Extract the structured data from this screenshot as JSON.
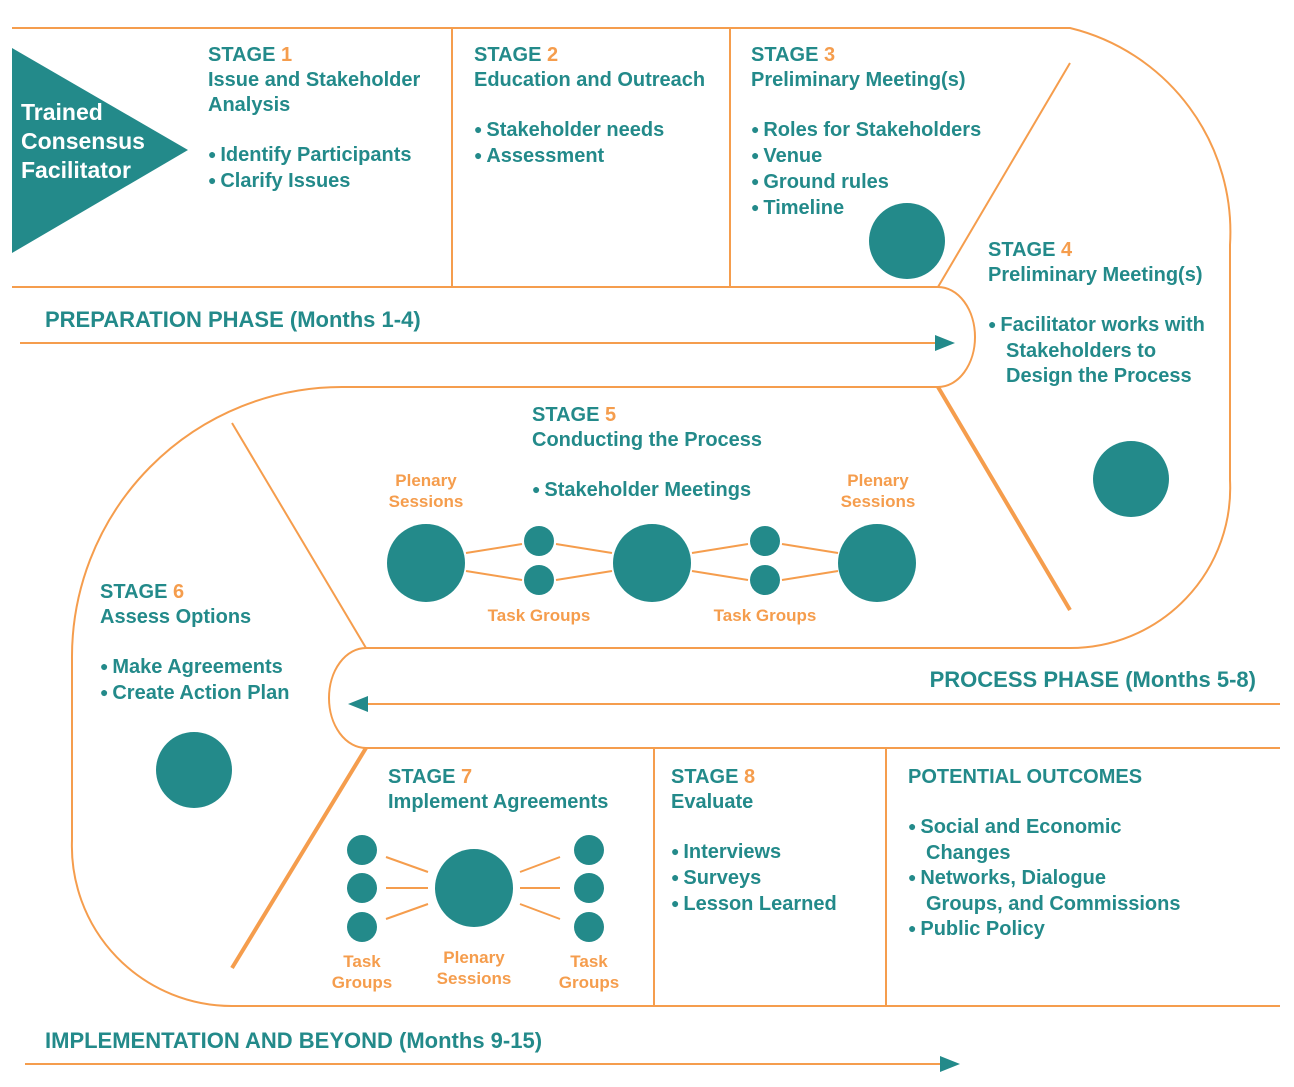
{
  "facilitator": {
    "line1": "Trained",
    "line2": "Consensus",
    "line3": "Facilitator"
  },
  "phases": {
    "preparation": "PREPARATION PHASE (Months 1-4)",
    "process": "PROCESS PHASE (Months 5-8)",
    "implementation": "IMPLEMENTATION AND BEYOND (Months 9-15)"
  },
  "stage_word": "STAGE",
  "stages": [
    {
      "num": "1",
      "title1": "Issue and Stakeholder",
      "title2": "Analysis",
      "bullets": [
        "Identify Participants",
        "Clarify Issues"
      ]
    },
    {
      "num": "2",
      "title1": "Education and Outreach",
      "bullets": [
        "Stakeholder needs",
        "Assessment"
      ]
    },
    {
      "num": "3",
      "title1": "Preliminary Meeting(s)",
      "bullets": [
        "Roles for Stakeholders",
        "Venue",
        "Ground rules",
        "Timeline"
      ]
    },
    {
      "num": "4",
      "title1": "Preliminary Meeting(s)",
      "bullet1": [
        "Facilitator works with",
        "Stakeholders to",
        "Design the Process"
      ]
    },
    {
      "num": "5",
      "title1": "Conducting the Process",
      "bullets": [
        "Stakeholder Meetings"
      ]
    },
    {
      "num": "6",
      "title1": "Assess Options",
      "bullets": [
        "Make Agreements",
        "Create Action Plan"
      ]
    },
    {
      "num": "7",
      "title1": "Implement Agreements"
    },
    {
      "num": "8",
      "title1": "Evaluate",
      "bullets": [
        "Interviews",
        "Surveys",
        "Lesson Learned"
      ]
    }
  ],
  "outcomes": {
    "title": "POTENTIAL OUTCOMES",
    "b1": [
      "Social and Economic",
      "Changes"
    ],
    "b2": [
      "Networks, Dialogue",
      "Groups, and Commissions"
    ],
    "b3": [
      "Public Policy"
    ]
  },
  "labels": {
    "plenary1": "Plenary",
    "plenary2": "Sessions",
    "task1": "Task Groups",
    "task_a": "Task",
    "task_b": "Groups"
  },
  "colors": {
    "teal": "#238a8a",
    "orange": "#f59d4d"
  }
}
